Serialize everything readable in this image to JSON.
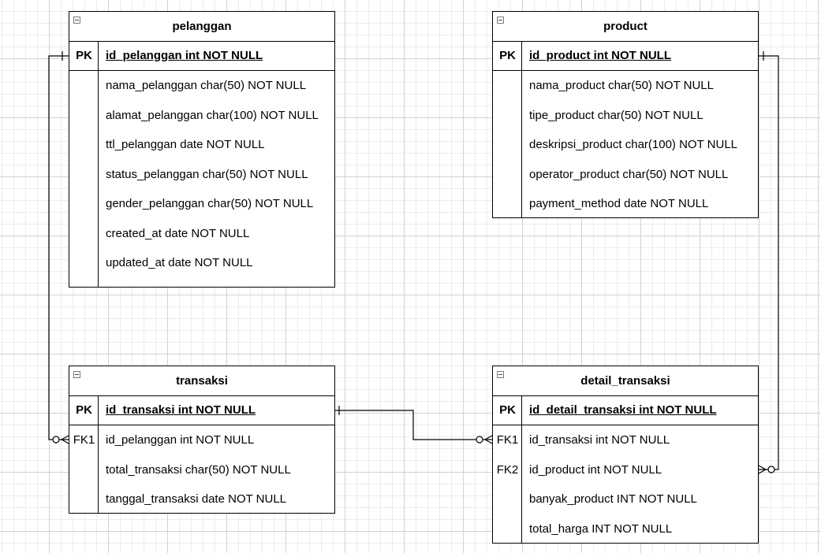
{
  "diagram": {
    "entities": {
      "pelanggan": {
        "title": "pelanggan",
        "pk": {
          "key": "PK",
          "label": "id_pelanggan int NOT NULL"
        },
        "attributes": [
          {
            "key": "",
            "label": "nama_pelanggan char(50) NOT NULL"
          },
          {
            "key": "",
            "label": "alamat_pelanggan char(100) NOT NULL"
          },
          {
            "key": "",
            "label": "ttl_pelanggan date NOT NULL"
          },
          {
            "key": "",
            "label": "status_pelanggan char(50) NOT NULL"
          },
          {
            "key": "",
            "label": "gender_pelanggan char(50) NOT NULL"
          },
          {
            "key": "",
            "label": "created_at date NOT NULL"
          },
          {
            "key": "",
            "label": "updated_at date NOT NULL"
          }
        ]
      },
      "product": {
        "title": "product",
        "pk": {
          "key": "PK",
          "label": "id_product int NOT NULL"
        },
        "attributes": [
          {
            "key": "",
            "label": "nama_product char(50) NOT NULL"
          },
          {
            "key": "",
            "label": "tipe_product char(50) NOT NULL"
          },
          {
            "key": "",
            "label": "deskripsi_product char(100) NOT NULL"
          },
          {
            "key": "",
            "label": "operator_product char(50) NOT NULL"
          },
          {
            "key": "",
            "label": "payment_method date NOT NULL"
          }
        ]
      },
      "transaksi": {
        "title": "transaksi",
        "pk": {
          "key": "PK",
          "label": "id_transaksi int NOT NULL"
        },
        "attributes": [
          {
            "key": "FK1",
            "label": "id_pelanggan int NOT NULL"
          },
          {
            "key": "",
            "label": "total_transaksi char(50) NOT NULL"
          },
          {
            "key": "",
            "label": "tanggal_transaksi date NOT NULL"
          }
        ]
      },
      "detail_transaksi": {
        "title": "detail_transaksi",
        "pk": {
          "key": "PK",
          "label": "id_detail_transaksi int NOT NULL"
        },
        "attributes": [
          {
            "key": "FK1",
            "label": "id_transaksi int NOT NULL"
          },
          {
            "key": "FK2",
            "label": "id_product int NOT NULL"
          },
          {
            "key": "",
            "label": "banyak_product INT NOT NULL"
          },
          {
            "key": "",
            "label": "total_harga INT NOT NULL"
          }
        ]
      }
    },
    "relationships": [
      {
        "from": "pelanggan.id_pelanggan",
        "to": "transaksi.id_pelanggan",
        "from_cardinality": "one",
        "to_cardinality": "zero-or-many"
      },
      {
        "from": "transaksi.id_transaksi",
        "to": "detail_transaksi.id_transaksi",
        "from_cardinality": "one",
        "to_cardinality": "zero-or-many"
      },
      {
        "from": "product.id_product",
        "to": "detail_transaksi.id_product",
        "from_cardinality": "one",
        "to_cardinality": "zero-or-many"
      }
    ]
  }
}
